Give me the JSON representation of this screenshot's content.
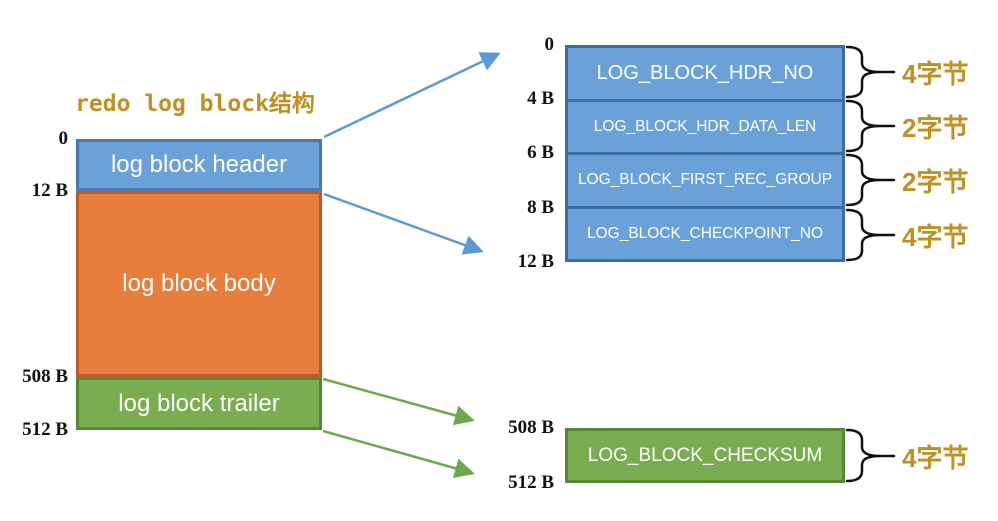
{
  "title": "redo log block结构",
  "left_block": {
    "header_label": "log block header",
    "body_label": "log block body",
    "trailer_label": "log block trailer",
    "offsets": [
      "0",
      "12 B",
      "508 B",
      "512 B"
    ]
  },
  "header_detail": {
    "offsets": [
      "0",
      "4 B",
      "6 B",
      "8 B",
      "12 B"
    ],
    "fields": [
      {
        "name": "LOG_BLOCK_HDR_NO",
        "size": "4字节"
      },
      {
        "name": "LOG_BLOCK_HDR_DATA_LEN",
        "size": "2字节"
      },
      {
        "name": "LOG_BLOCK_FIRST_REC_GROUP",
        "size": "2字节"
      },
      {
        "name": "LOG_BLOCK_CHECKPOINT_NO",
        "size": "4字节"
      }
    ]
  },
  "trailer_detail": {
    "offsets": [
      "508 B",
      "512 B"
    ],
    "fields": [
      {
        "name": "LOG_BLOCK_CHECKSUM",
        "size": "4字节"
      }
    ]
  },
  "colors": {
    "blue_fill": "#6ba1d9",
    "blue_border": "#3e6d9c",
    "orange_fill": "#e87e3c",
    "orange_border": "#b95e28",
    "green_fill": "#79ad50",
    "green_border": "#568636",
    "gold_text": "#bf9022",
    "arrow_blue": "#5b9bd5",
    "arrow_green": "#6ca94c",
    "brace_black": "#111111"
  }
}
